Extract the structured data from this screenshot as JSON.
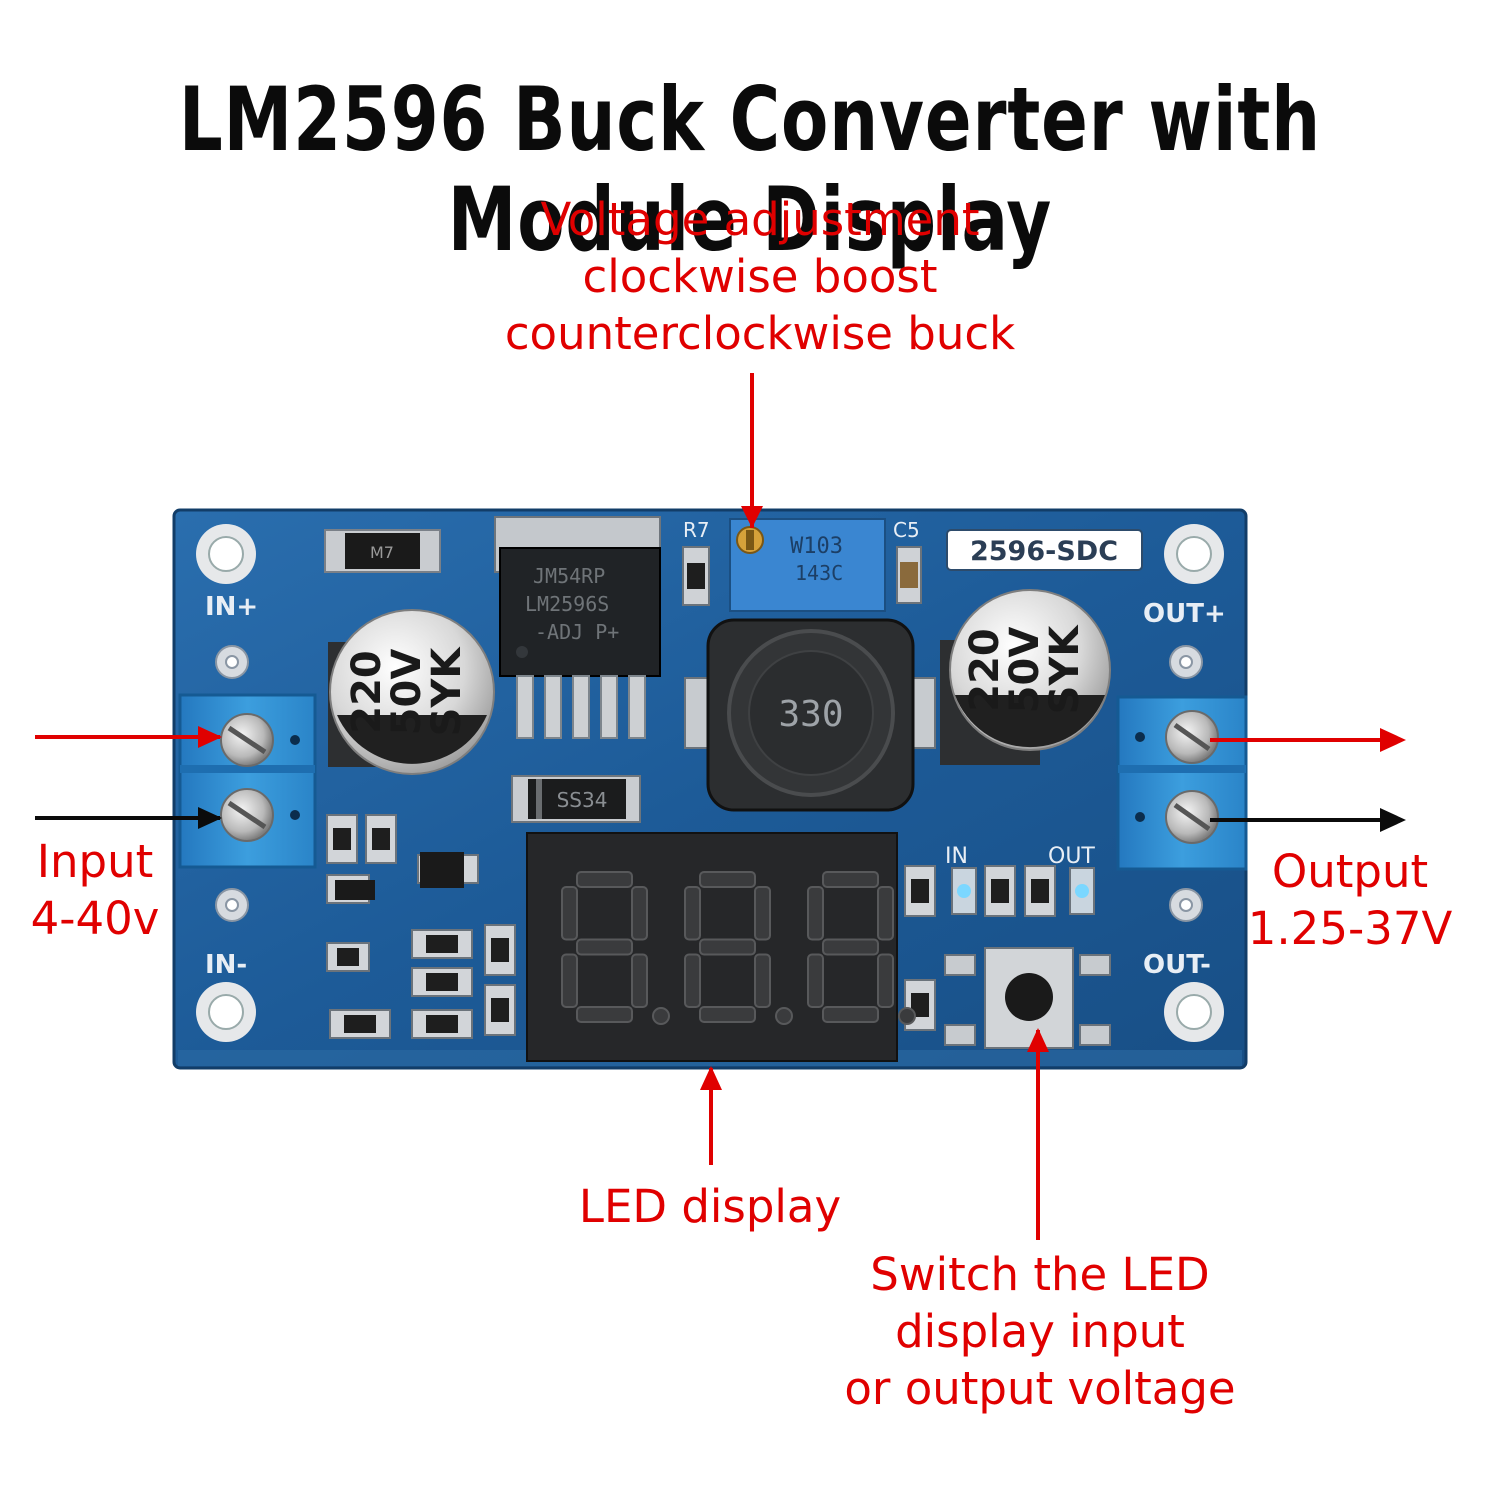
{
  "title": "LM2596 Buck Converter with Module Display",
  "annotations": {
    "adjust": [
      "Voltage adjustment",
      "clockwise boost",
      "counterclockwise buck"
    ],
    "input": [
      "Input",
      "4-40v"
    ],
    "output": [
      "Output",
      "1.25-37V"
    ],
    "led": "LED display",
    "switch": [
      "Switch the LED",
      "display input",
      "or output voltage"
    ]
  },
  "board": {
    "model_label": "2596-SDC",
    "pin_in_plus": "IN+",
    "pin_in_minus": "IN-",
    "pin_out_plus": "OUT+",
    "pin_out_minus": "OUT-",
    "led_in": "IN",
    "led_out": "OUT",
    "cap_left": [
      "220",
      "50V",
      "SYK"
    ],
    "cap_right": [
      "220",
      "50V",
      "SYK"
    ],
    "inductor": "330",
    "diode": "SS34",
    "ic": [
      "JM54RP",
      "LM2596S",
      "-ADJ P+"
    ],
    "pot": [
      "W103",
      "143C"
    ],
    "r7": "R7",
    "c5": "C5",
    "top_diode": "M7",
    "display_digits": "8.8.8."
  },
  "colors": {
    "annotation_red": "#e00000",
    "pcb_blue": "#1e5d9a",
    "terminal_blue": "#2f8fd0",
    "title_black": "#0b0b0b"
  }
}
